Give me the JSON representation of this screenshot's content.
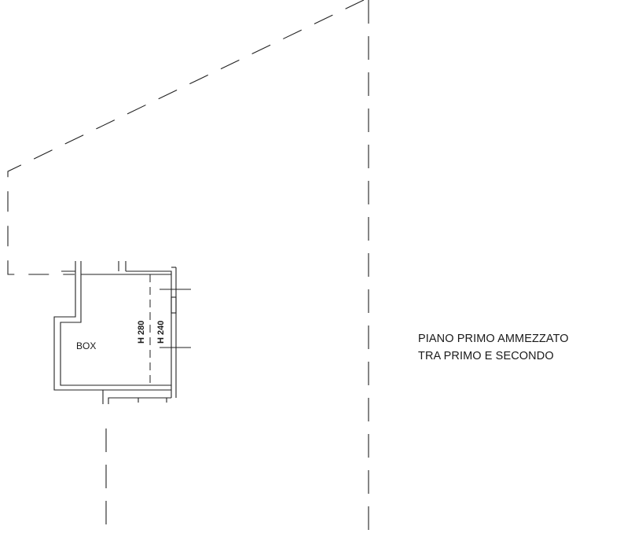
{
  "plan": {
    "room_label": "BOX",
    "height_labels": [
      "H 280",
      "H 240"
    ],
    "floor_title": {
      "line1": "PIANO PRIMO AMMEZZATO",
      "line2": "TRA PRIMO E SECONDO"
    }
  }
}
